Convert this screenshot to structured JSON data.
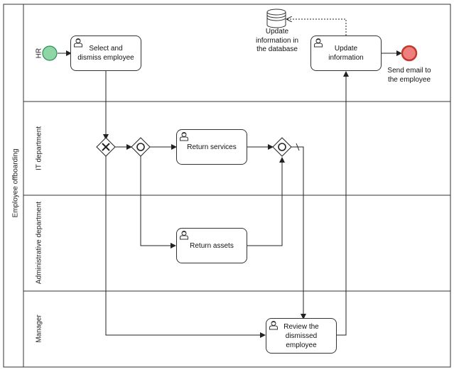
{
  "pool": {
    "label": "Employee offboarding"
  },
  "lanes": [
    {
      "id": "hr",
      "label": "HR"
    },
    {
      "id": "it",
      "label": "IT department"
    },
    {
      "id": "admin",
      "label": "Administrative department"
    },
    {
      "id": "manager",
      "label": "Manager"
    }
  ],
  "tasks": {
    "select_dismiss": "Select and dismiss employee",
    "update_info": "Update information",
    "return_services": "Return services",
    "return_assets": "Return assets",
    "review_dismissed": "Review the dismissed employee"
  },
  "data_store": {
    "label": "Update information in the database"
  },
  "end_event": {
    "label": "Send email to the employee"
  },
  "colors": {
    "start_fill": "#8fd6a6",
    "start_stroke": "#2e8b57",
    "end_fill": "#f08080",
    "end_stroke": "#c0392b",
    "line": "#222222",
    "border": "#333333"
  }
}
